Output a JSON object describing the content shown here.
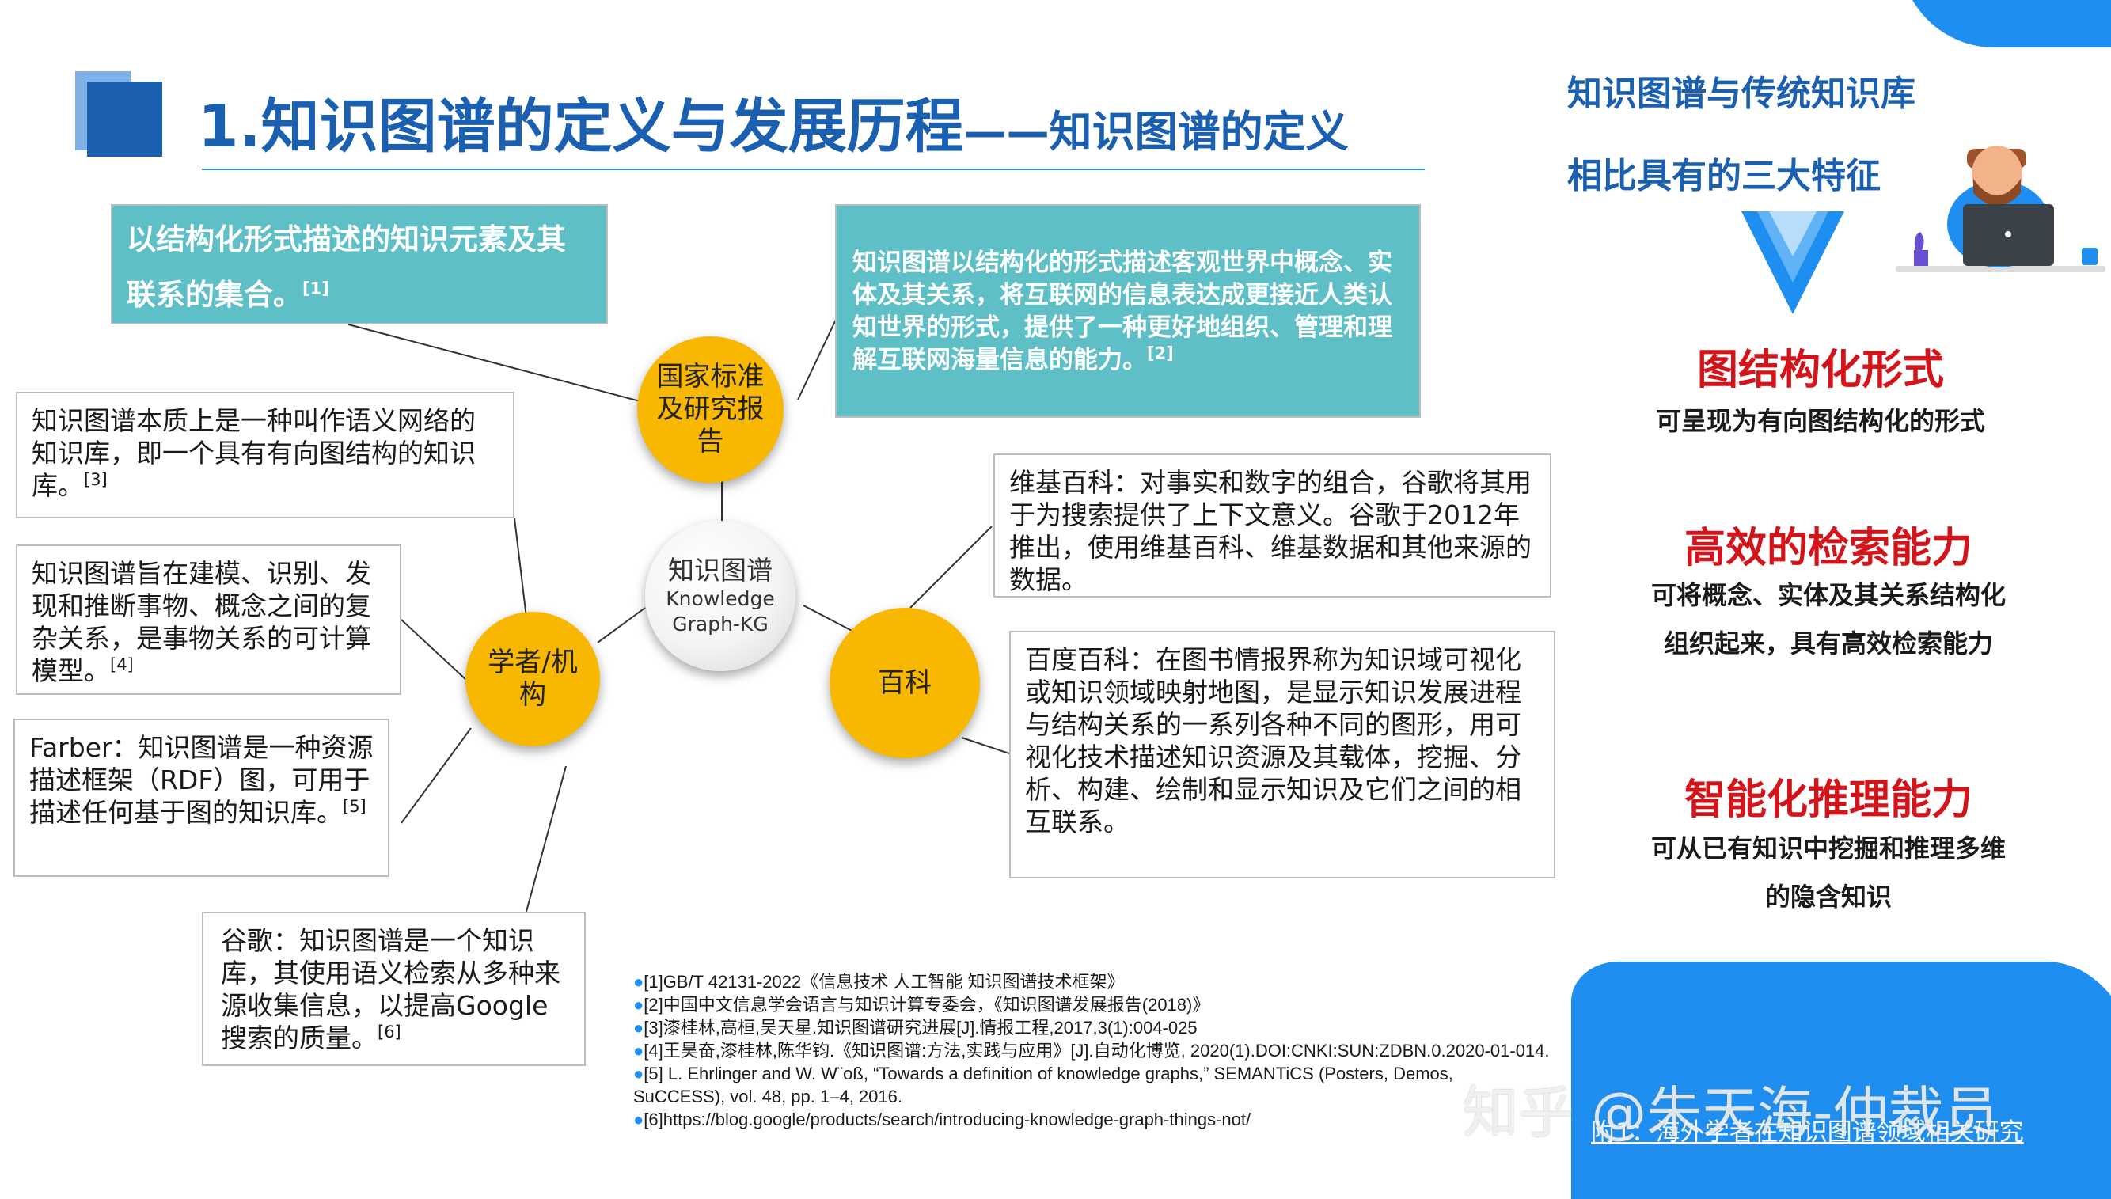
{
  "header": {
    "title_main": "1.知识图谱的定义与发展历程",
    "title_sub": "——知识图谱的定义"
  },
  "definitions": {
    "standard_short": "以结构化形式描述的知识元素及其联系的集合。",
    "standard_short_ref": "[1]",
    "standard_long": "知识图谱以结构化的形式描述客观世界中概念、实体及其关系，将互联网的信息表达成更接近人类认知世界的形式，提供了一种更好地组织、管理和理解互联网海量信息的能力。",
    "standard_long_ref": "[2]",
    "scholar_1": "知识图谱本质上是一种叫作语义网络的知识库，即一个具有有向图结构的知识库。",
    "scholar_1_ref": "[3]",
    "scholar_2": "知识图谱旨在建模、识别、发现和推断事物、概念之间的复杂关系，是事物关系的可计算模型。",
    "scholar_2_ref": "[4]",
    "scholar_3": "Farber：知识图谱是一种资源描述框架（RDF）图，可用于描述任何基于图的知识库。",
    "scholar_3_ref": "[5]",
    "scholar_4": "谷歌：知识图谱是一个知识库，其使用语义检索从多种来源收集信息，以提高Google搜索的质量。",
    "scholar_4_ref": "[6]",
    "wiki_1": "维基百科：对事实和数字的组合，谷歌将其用于为搜索提供了上下文意义。谷歌于2012年推出，使用维基百科、维基数据和其他来源的数据。",
    "wiki_2": "百度百科：在图书情报界称为知识域可视化或知识领域映射地图，是显示知识发展进程与结构关系的一系列各种不同的图形，用可视化技术描述知识资源及其载体，挖掘、分析、构建、绘制和显示知识及它们之间的相互联系。"
  },
  "nodes": {
    "center_cn": "知识图谱",
    "center_en1": "Knowledge",
    "center_en2": "Graph-KG",
    "standard": "国家标准及研究报告",
    "scholar": "学者/机构",
    "encyclopedia": "百科"
  },
  "sidebar": {
    "heading_line1": "知识图谱与传统知识库",
    "heading_line2": "相比具有的三大特征",
    "features": [
      {
        "title": "图结构化形式",
        "desc": "可呈现为有向图结构化的形式"
      },
      {
        "title": "高效的检索能力",
        "desc": "可将概念、实体及其关系结构化组织起来，具有高效检索能力"
      },
      {
        "title": "智能化推理能力",
        "desc": "可从已有知识中挖掘和推理多维的隐含知识"
      }
    ]
  },
  "references": [
    "[1]GB/T 42131-2022《信息技术 人工智能 知识图谱技术框架》",
    "[2]中国中文信息学会语言与知识计算专委会，《知识图谱发展报告(2018)》",
    "[3]漆桂林,高桓,吴天星.知识图谱研究进展[J].情报工程,2017,3(1):004-025",
    "[4]王昊奋,漆桂林,陈华钧.《知识图谱:方法,实践与应用》[J].自动化博览, 2020(1).DOI:CNKI:SUN:ZDBN.0.2020-01-014.",
    "[5] L. Ehrlinger and W. W¨oß, “Towards a definition of knowledge graphs,” SEMANTiCS (Posters, Demos,",
    "SuCCESS), vol. 48, pp. 1–4, 2016.",
    "[6]https://blog.google/products/search/introducing-knowledge-graph-things-not/"
  ],
  "footer": {
    "link": "附1：海外学者在知识图谱领域相关研究",
    "watermark": "知乎 @朱天海-仲裁员"
  },
  "colors": {
    "title_blue": "#1b5fb0",
    "accent_blue": "#1e8ff0",
    "teal": "#5ebfc6",
    "node_yellow": "#f8b700",
    "feature_red": "#d4141b"
  }
}
